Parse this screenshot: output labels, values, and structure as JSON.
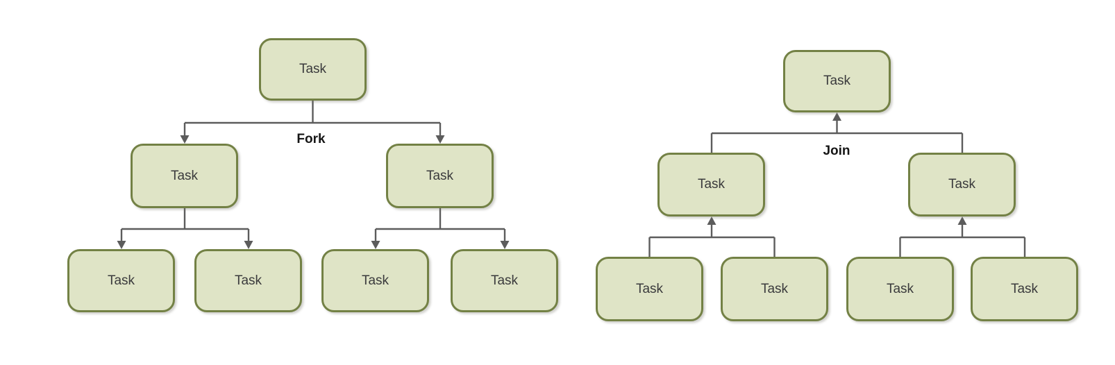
{
  "colors": {
    "background": "#ffffff",
    "node_fill": "#dfe4c6",
    "node_border": "#738145",
    "node_text": "#3a3a3c",
    "connector": "#5c5c5c",
    "label_text": "#161616"
  },
  "diagrams": [
    {
      "id": "fork",
      "label": "Fork",
      "arrow_direction": "down",
      "root": {
        "label": "Task"
      },
      "children": [
        {
          "label": "Task",
          "children": [
            {
              "label": "Task"
            },
            {
              "label": "Task"
            }
          ]
        },
        {
          "label": "Task",
          "children": [
            {
              "label": "Task"
            },
            {
              "label": "Task"
            }
          ]
        }
      ]
    },
    {
      "id": "join",
      "label": "Join",
      "arrow_direction": "up",
      "root": {
        "label": "Task"
      },
      "children": [
        {
          "label": "Task",
          "children": [
            {
              "label": "Task"
            },
            {
              "label": "Task"
            }
          ]
        },
        {
          "label": "Task",
          "children": [
            {
              "label": "Task"
            },
            {
              "label": "Task"
            }
          ]
        }
      ]
    }
  ]
}
